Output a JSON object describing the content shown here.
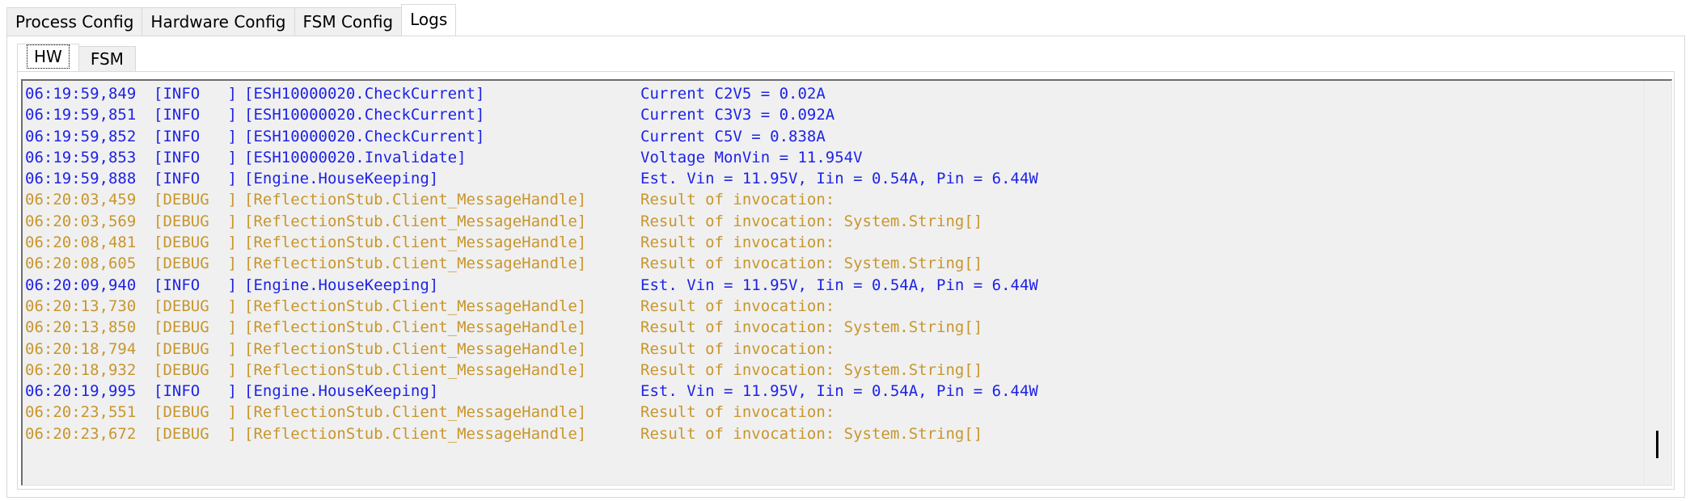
{
  "top_tabs": [
    "Process Config",
    "Hardware Config",
    "FSM Config",
    "Logs"
  ],
  "active_top_tab": "Logs",
  "inner_tabs": [
    "HW",
    "FSM"
  ],
  "active_inner_tab": "HW",
  "colors": {
    "info": "#1e23e6",
    "debug": "#c8962c",
    "log_background": "#f0f0f0"
  },
  "log": [
    {
      "level_kind": "info",
      "time": "06:19:59,849",
      "level": "[INFO   ]",
      "source": "[ESH10000020.CheckCurrent]",
      "message": "Current C2V5 = 0.02A"
    },
    {
      "level_kind": "info",
      "time": "06:19:59,851",
      "level": "[INFO   ]",
      "source": "[ESH10000020.CheckCurrent]",
      "message": "Current C3V3 = 0.092A"
    },
    {
      "level_kind": "info",
      "time": "06:19:59,852",
      "level": "[INFO   ]",
      "source": "[ESH10000020.CheckCurrent]",
      "message": "Current C5V = 0.838A"
    },
    {
      "level_kind": "info",
      "time": "06:19:59,853",
      "level": "[INFO   ]",
      "source": "[ESH10000020.Invalidate]",
      "message": "Voltage MonVin = 11.954V"
    },
    {
      "level_kind": "info",
      "time": "06:19:59,888",
      "level": "[INFO   ]",
      "source": "[Engine.HouseKeeping]",
      "message": "Est. Vin = 11.95V, Iin = 0.54A, Pin = 6.44W"
    },
    {
      "level_kind": "debug",
      "time": "06:20:03,459",
      "level": "[DEBUG  ]",
      "source": "[ReflectionStub.Client_MessageHandle]",
      "message": "Result of invocation:"
    },
    {
      "level_kind": "debug",
      "time": "06:20:03,569",
      "level": "[DEBUG  ]",
      "source": "[ReflectionStub.Client_MessageHandle]",
      "message": "Result of invocation: System.String[]"
    },
    {
      "level_kind": "debug",
      "time": "06:20:08,481",
      "level": "[DEBUG  ]",
      "source": "[ReflectionStub.Client_MessageHandle]",
      "message": "Result of invocation:"
    },
    {
      "level_kind": "debug",
      "time": "06:20:08,605",
      "level": "[DEBUG  ]",
      "source": "[ReflectionStub.Client_MessageHandle]",
      "message": "Result of invocation: System.String[]"
    },
    {
      "level_kind": "info",
      "time": "06:20:09,940",
      "level": "[INFO   ]",
      "source": "[Engine.HouseKeeping]",
      "message": "Est. Vin = 11.95V, Iin = 0.54A, Pin = 6.44W"
    },
    {
      "level_kind": "debug",
      "time": "06:20:13,730",
      "level": "[DEBUG  ]",
      "source": "[ReflectionStub.Client_MessageHandle]",
      "message": "Result of invocation:"
    },
    {
      "level_kind": "debug",
      "time": "06:20:13,850",
      "level": "[DEBUG  ]",
      "source": "[ReflectionStub.Client_MessageHandle]",
      "message": "Result of invocation: System.String[]"
    },
    {
      "level_kind": "debug",
      "time": "06:20:18,794",
      "level": "[DEBUG  ]",
      "source": "[ReflectionStub.Client_MessageHandle]",
      "message": "Result of invocation:"
    },
    {
      "level_kind": "debug",
      "time": "06:20:18,932",
      "level": "[DEBUG  ]",
      "source": "[ReflectionStub.Client_MessageHandle]",
      "message": "Result of invocation: System.String[]"
    },
    {
      "level_kind": "info",
      "time": "06:20:19,995",
      "level": "[INFO   ]",
      "source": "[Engine.HouseKeeping]",
      "message": "Est. Vin = 11.95V, Iin = 0.54A, Pin = 6.44W"
    },
    {
      "level_kind": "debug",
      "time": "06:20:23,551",
      "level": "[DEBUG  ]",
      "source": "[ReflectionStub.Client_MessageHandle]",
      "message": "Result of invocation:"
    },
    {
      "level_kind": "debug",
      "time": "06:20:23,672",
      "level": "[DEBUG  ]",
      "source": "[ReflectionStub.Client_MessageHandle]",
      "message": "Result of invocation: System.String[]"
    }
  ]
}
